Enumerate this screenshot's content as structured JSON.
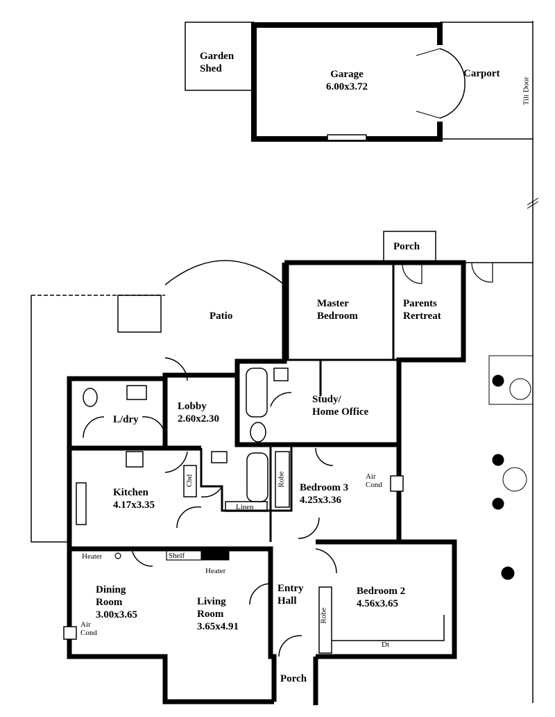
{
  "garage": {
    "name": "Garage",
    "size": "6.00x3.72"
  },
  "garden_shed": {
    "line1": "Garden",
    "line2": "Shed"
  },
  "carport": "Carport",
  "tilt_door": "Tilt Door",
  "porch_rear": "Porch",
  "patio": "Patio",
  "master_bedroom": {
    "line1": "Master",
    "line2": "Bedroom"
  },
  "parents_retreat": {
    "line1": "Parents",
    "line2": "Rertreat"
  },
  "study": {
    "line1": "Study/",
    "line2": "Home Office"
  },
  "lobby": {
    "name": "Lobby",
    "size": "2.60x2.30"
  },
  "laundry": "L/dry",
  "kitchen": {
    "name": "Kitchen",
    "size": "4.17x3.35"
  },
  "cbd": "Cbd",
  "robe1": "Robe",
  "linen": "Linen",
  "bedroom3": {
    "name": "Bedroom 3",
    "size": "4.25x3.36"
  },
  "air_cond_bed3": {
    "line1": "Air",
    "line2": "Cond"
  },
  "heater_dining": "Heater",
  "shelf": "Shelf",
  "heater_living": "Heater",
  "dining": {
    "line1": "Dining",
    "line2": "Room",
    "size": "3.00x3.65"
  },
  "air_cond_dining": {
    "line1": "Air",
    "line2": "Cond"
  },
  "living": {
    "line1": "Living",
    "line2": "Room",
    "size": "3.65x4.91"
  },
  "entry_hall": {
    "line1": "Entry",
    "line2": "Hall"
  },
  "bedroom2": {
    "name": "Bedroom 2",
    "size": "4.56x3.65"
  },
  "robe2": "Robe",
  "dt": "Dt",
  "porch_front": "Porch"
}
